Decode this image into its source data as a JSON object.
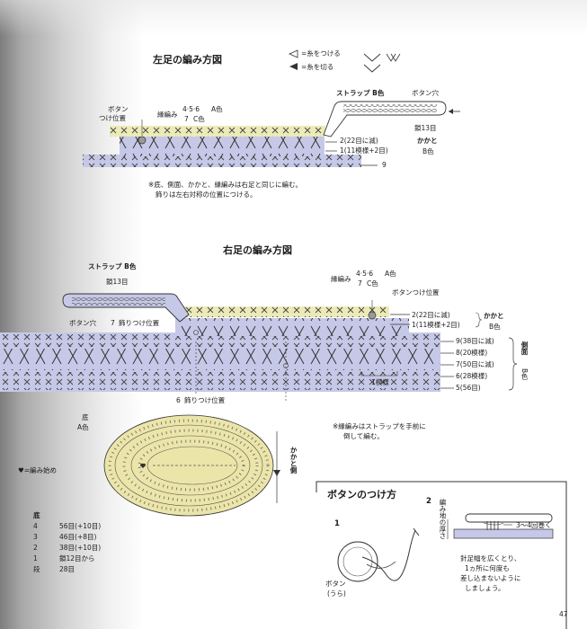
{
  "left": {
    "title": "左足の編み方図",
    "legend_attach": "=糸をつける",
    "legend_cut": "=糸を切る",
    "strap": "ストラップ B色",
    "button_hole": "ボタン穴",
    "chain13": "鎖13目",
    "button_pos_1": "ボタン",
    "button_pos_2": "つけ位置",
    "edge_label": "縁編み",
    "edge_rows": "4·5·6",
    "edge_color_a": "A色",
    "edge_row7": "7",
    "edge_color_c": "C色",
    "row2": "2(22目に減)",
    "row1": "1(11模様+2目)",
    "heel": "かかと",
    "heel_color": "B色",
    "row9": "9",
    "note1": "※底、側面、かかと、縁編みは右足と同じに編む。",
    "note2": "飾りは左右対称の位置につける。"
  },
  "right": {
    "title": "右足の編み方図",
    "strap": "ストラップ B色",
    "chain13": "鎖13目",
    "button_hole": "ボタン穴",
    "deco_row7": "7",
    "deco_pos": "飾りつけ位置",
    "edge_label": "縁編み",
    "edge_rows": "4·5·6",
    "edge_color_a": "A色",
    "edge_row7": "7",
    "edge_color_c": "C色",
    "button_pos": "ボタンつけ位置",
    "row2": "2(22目に減)",
    "row1": "1(11模様+2目)",
    "heel": "かかと",
    "heel_color": "B色",
    "row9": "9(38目に減)",
    "row8": "8(20模様)",
    "row7": "7(50目に減)",
    "row6": "6(28模様)",
    "row5": "5(56目)",
    "side": "側面",
    "side_color": "B色",
    "one_pattern": "1模様",
    "deco_row6": "6",
    "deco_pos2": "飾りつけ位置",
    "note1": "※縁編みはストラップを手前に",
    "note2": "倒して編む。"
  },
  "sole": {
    "label": "底",
    "color": "A色",
    "heel_side": "かかと側",
    "start_legend": "♥=編み始め",
    "table_header": "底",
    "rows": [
      {
        "n": "4",
        "v": "56目(+10目)"
      },
      {
        "n": "3",
        "v": "46目(+8目)"
      },
      {
        "n": "2",
        "v": "38目(+10目)"
      },
      {
        "n": "1",
        "v": "鎖12目から"
      },
      {
        "n": "段",
        "v": "28目"
      }
    ]
  },
  "button_box": {
    "title": "ボタンのつけ方",
    "step1": "1",
    "step2": "2",
    "button_back_1": "ボタン",
    "button_back_2": "(うら)",
    "thickness": "編み地の厚さ",
    "wrap": "3〜4回巻く",
    "instr1": "針足幅を広くとり、",
    "instr2": "1ヵ所に何度も",
    "instr3": "差し込まないように",
    "instr4": "しましょう。"
  },
  "page_number": "47",
  "colors": {
    "yellow_band": "#ecebb8",
    "blue_band": "#c6c8e8",
    "sole_fill": "#ece5a9",
    "stitch": "#333333"
  }
}
